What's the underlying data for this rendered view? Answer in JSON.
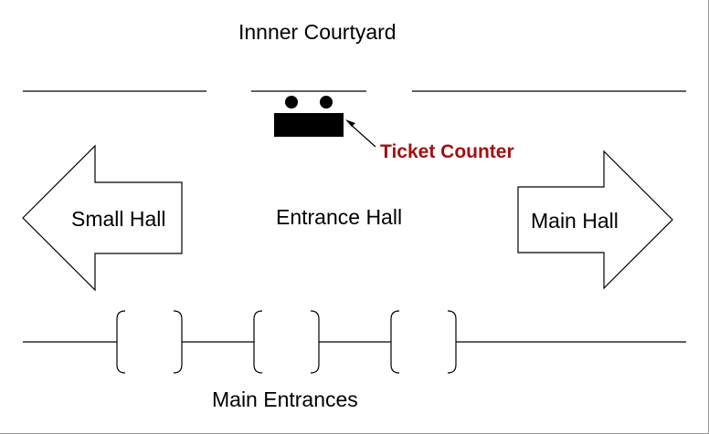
{
  "labels": {
    "courtyard": "Innner Courtyard",
    "ticket_counter": "Ticket Counter",
    "small_hall": "Small Hall",
    "entrance_hall": "Entrance Hall",
    "main_hall": "Main Hall",
    "main_entrances": "Main Entrances"
  },
  "colors": {
    "ticket_counter_label": "#a50f0f",
    "lines": "#000000",
    "background": "#ffffff"
  }
}
